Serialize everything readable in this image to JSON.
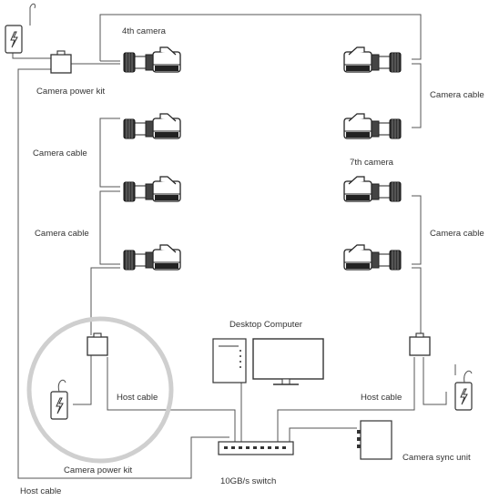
{
  "labels": {
    "fourth_camera": "4th camera",
    "seventh_camera": "7th camera",
    "camera_power_kit_top": "Camera power kit",
    "camera_power_kit_bottom": "Camera power kit",
    "camera_cable_left_1": "Camera cable",
    "camera_cable_left_2": "Camera cable",
    "camera_cable_right_1": "Camera cable",
    "camera_cable_right_2": "Camera cable",
    "desktop_computer": "Desktop Computer",
    "host_cable_left": "Host cable",
    "host_cable_right": "Host cable",
    "host_cable_bottom": "Host cable",
    "switch": "10GB/s switch",
    "camera_sync_unit": "Camera sync unit"
  },
  "colors": {
    "line": "#555555",
    "highlight_circle": "#cfcfcf",
    "device_fill": "#ffffff",
    "camera_dark": "#222222"
  },
  "icons": {
    "power_supply": "lightning-bolt-icon",
    "camera": "camera-icon"
  }
}
